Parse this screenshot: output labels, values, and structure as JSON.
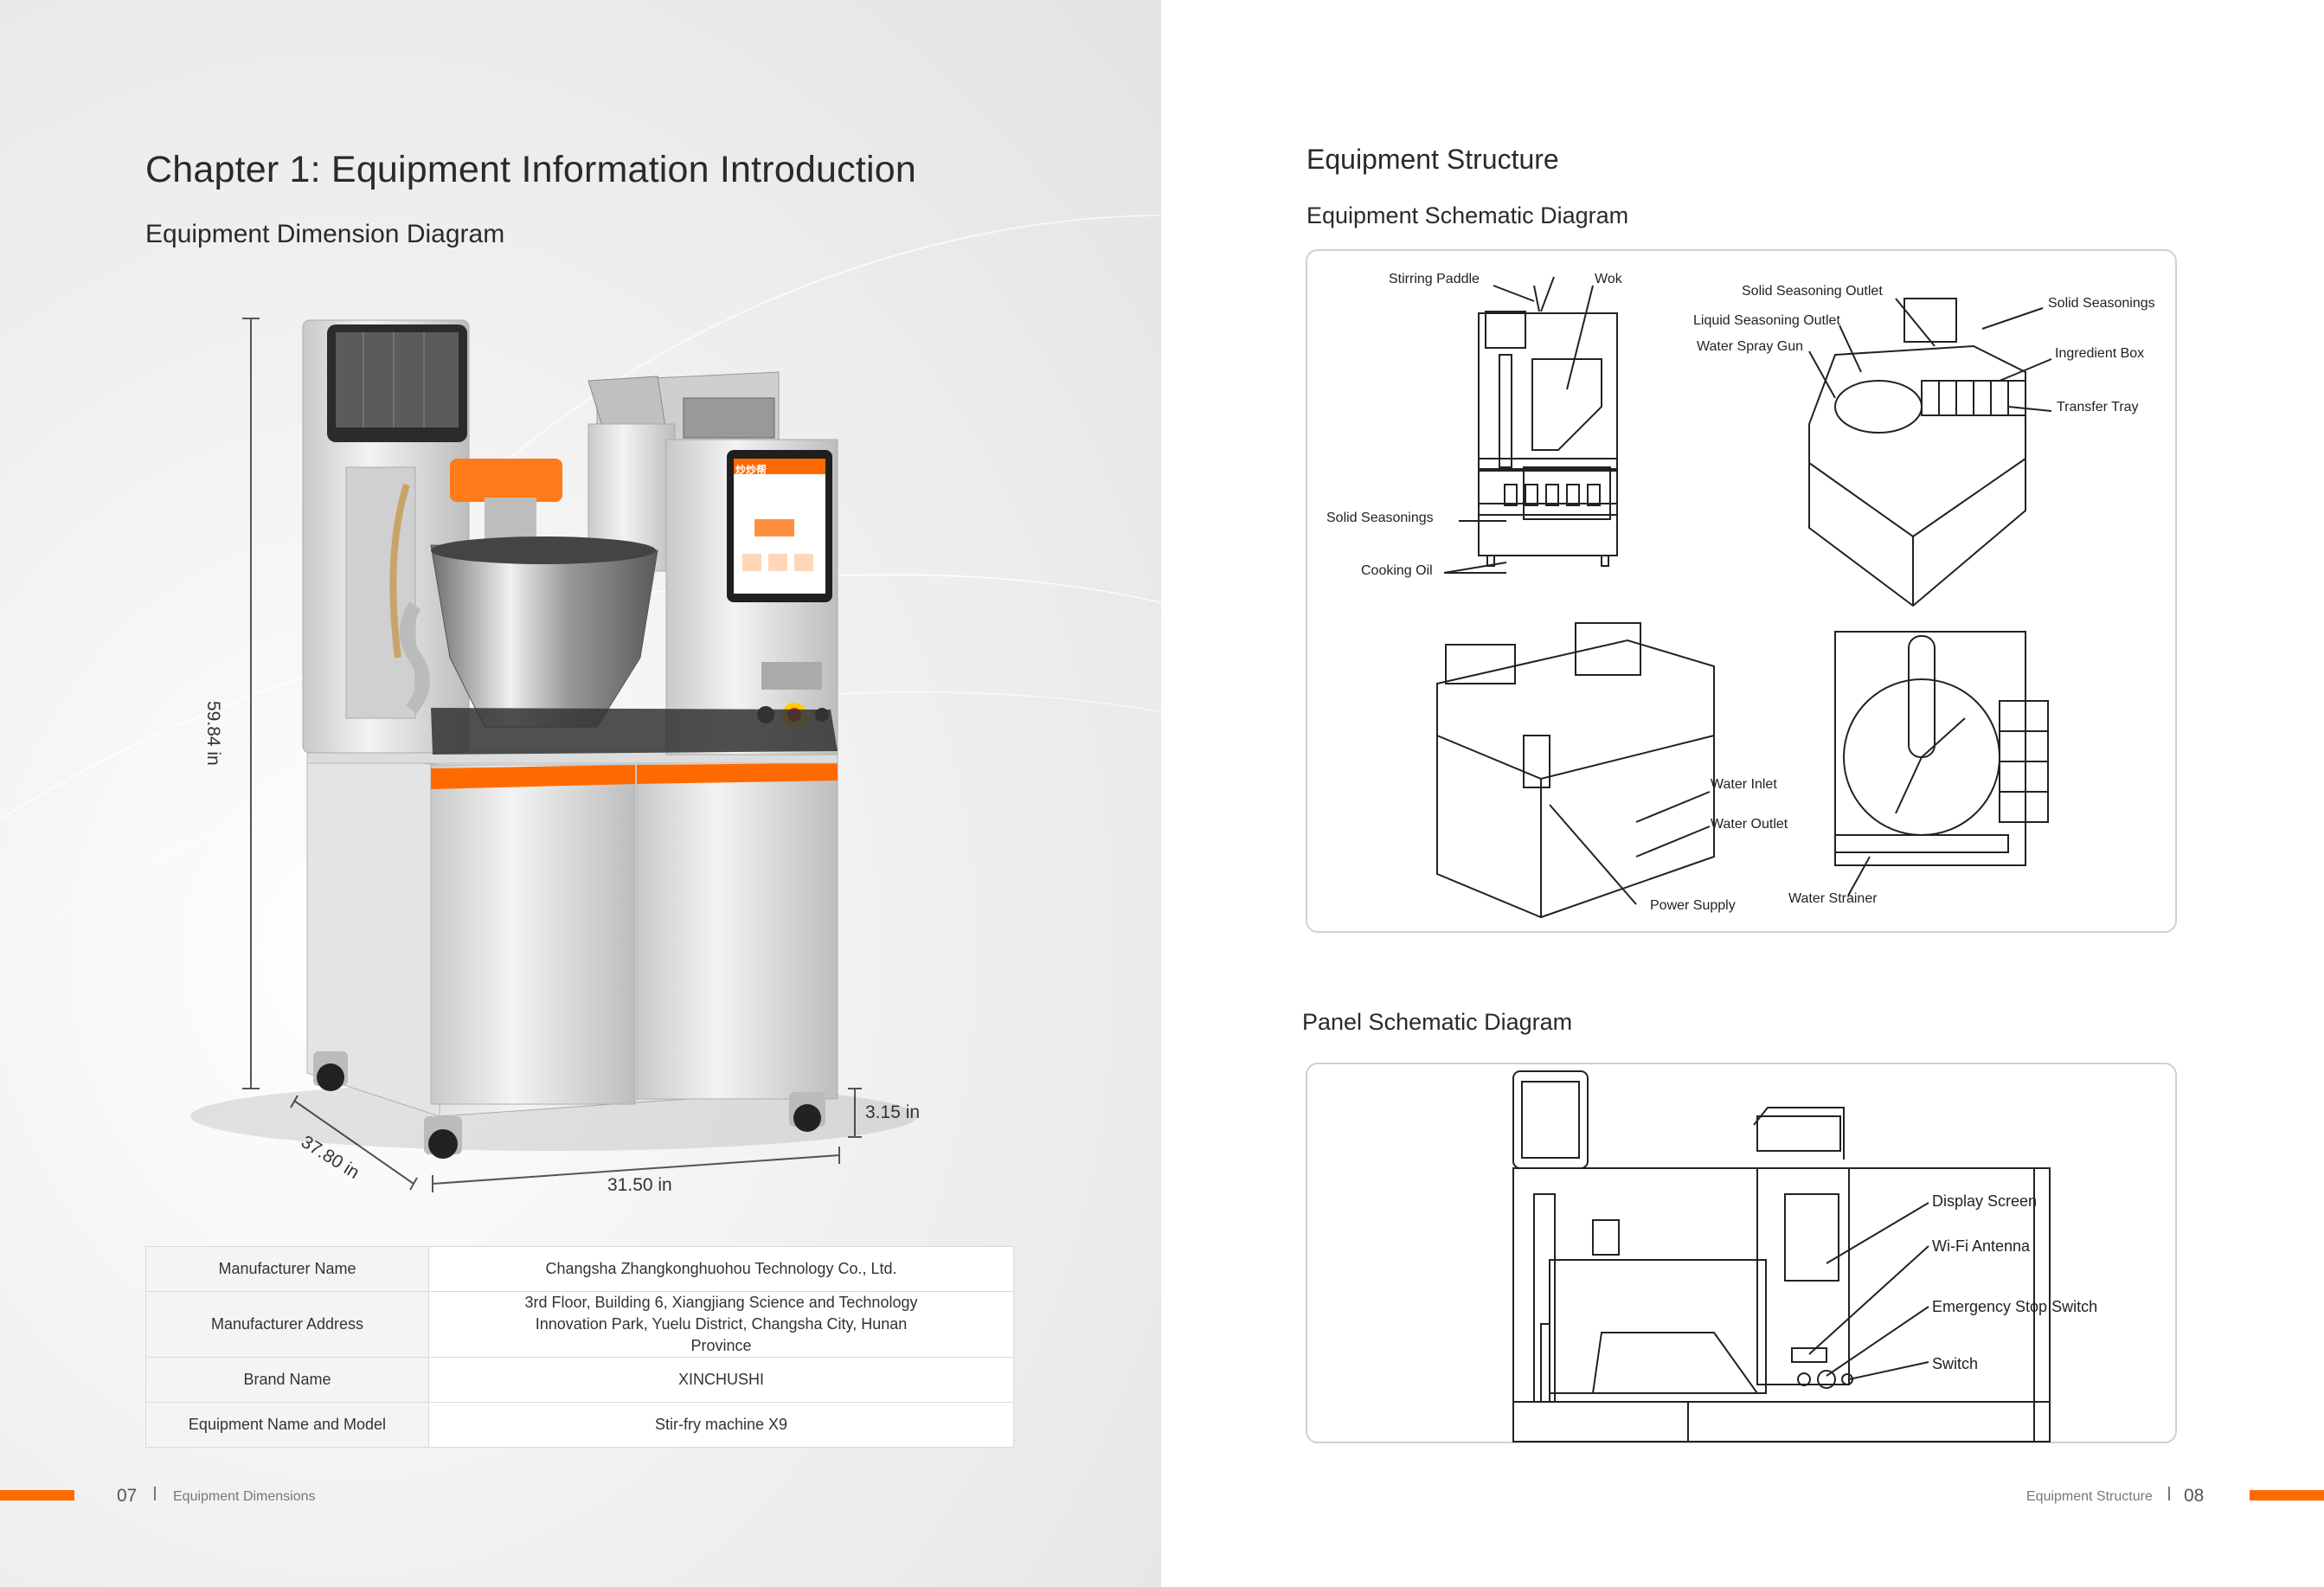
{
  "left": {
    "chapter_title": "Chapter 1: Equipment Information Introduction",
    "section_title": "Equipment Dimension Diagram",
    "dimensions": {
      "height": "59.84 in",
      "depth": "37.80 in",
      "width": "31.50 in",
      "wheel": "3.15 in"
    },
    "screen_brand": "炒炒帮",
    "specs": [
      {
        "key": "Manufacturer Name",
        "value": "Changsha Zhangkonghuohou Technology Co., Ltd."
      },
      {
        "key": "Manufacturer Address",
        "value": "3rd Floor, Building 6, Xiangjiang Science and Technology Innovation Park, Yuelu District, Changsha City, Hunan Province"
      },
      {
        "key": "Brand Name",
        "value": "XINCHUSHI"
      },
      {
        "key": "Equipment Name and Model",
        "value": "Stir-fry machine X9"
      }
    ],
    "footer": {
      "page": "07",
      "section": "Equipment Dimensions"
    }
  },
  "right": {
    "title": "Equipment Structure",
    "schematic_title": "Equipment Schematic Diagram",
    "schematic_labels": {
      "stirring_paddle": "Stirring Paddle",
      "wok": "Wok",
      "solid_seasoning_outlet": "Solid Seasoning Outlet",
      "solid_seasonings_top": "Solid Seasonings",
      "liquid_seasoning_outlet": "Liquid Seasoning Outlet",
      "water_spray_gun": "Water Spray Gun",
      "ingredient_box": "Ingredient Box",
      "transfer_tray": "Transfer Tray",
      "solid_seasonings_left": "Solid Seasonings",
      "cooking_oil": "Cooking Oil",
      "water_inlet": "Water Inlet",
      "water_outlet": "Water Outlet",
      "power_supply": "Power Supply",
      "water_strainer": "Water Strainer"
    },
    "panel_title": "Panel Schematic Diagram",
    "panel_labels": {
      "display_screen": "Display Screen",
      "wifi_antenna": "Wi-Fi Antenna",
      "emergency_stop": "Emergency Stop Switch",
      "switch": "Switch"
    },
    "footer": {
      "page": "08",
      "section": "Equipment Structure"
    }
  },
  "colors": {
    "accent": "#ff6a00",
    "steel": "#d9d9d9",
    "line": "#333333"
  }
}
